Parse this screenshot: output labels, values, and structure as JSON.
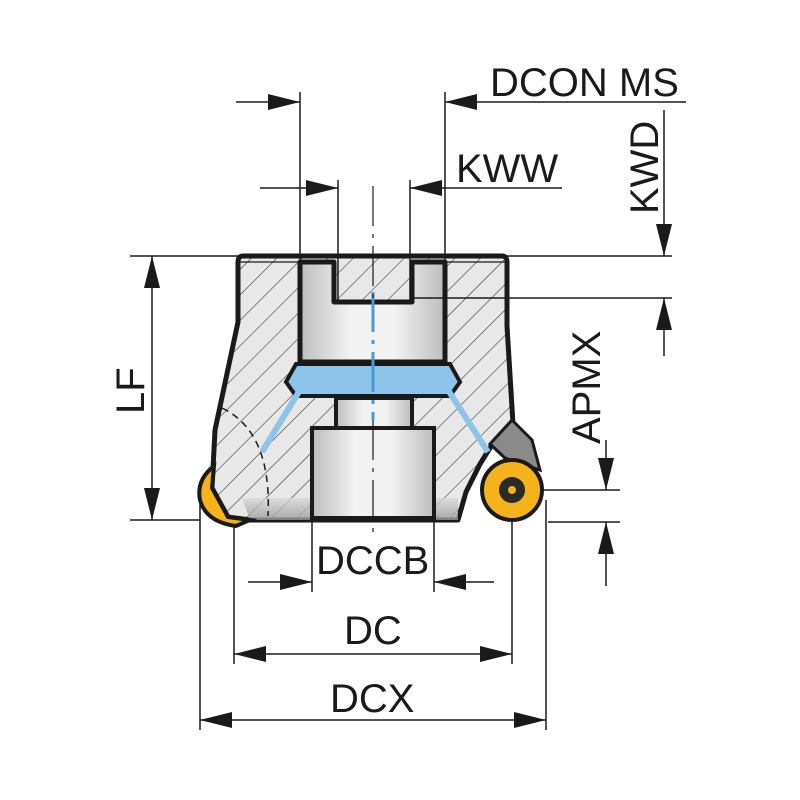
{
  "diagram": {
    "title": "Milling cutter body dimension drawing",
    "labels": {
      "dcon": "DCON MS",
      "kww": "KWW",
      "kwd": "KWD",
      "lf": "LF",
      "apmx": "APMX",
      "dccb": "DCCB",
      "dc": "DC",
      "dcx": "DCX"
    },
    "colors": {
      "line": "#1a1a1a",
      "body_fill": "#e6e6e6",
      "coolant": "#8cc4ea",
      "coolant_line": "#4a9ad6",
      "insert": "#f5b21a",
      "insert_center": "#2a2a2a"
    },
    "icons": {
      "insert": "round-insert-icon",
      "screw": "torx-screw-icon"
    }
  }
}
